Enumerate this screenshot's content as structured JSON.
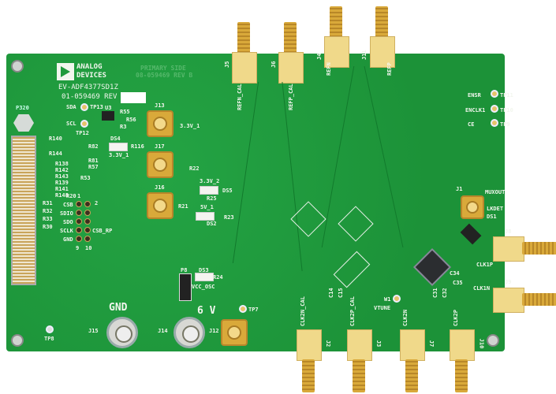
{
  "board": {
    "brand_line1": "ANALOG",
    "brand_line2": "DEVICES",
    "model": "EV-ADF4377SD1Z",
    "part_number": "01-059469 REV",
    "side_label": "PRIMARY SIDE",
    "side_part": "08-059469 REV B",
    "colors": {
      "pcb": "#1f9a3c",
      "gold": "#d9a93a",
      "silk": "#f2f6ee"
    }
  },
  "top_connectors": [
    {
      "ref": "J5",
      "signal": "REFN_CAL"
    },
    {
      "ref": "J6",
      "signal": "REFP_CAL"
    },
    {
      "ref": "J4",
      "signal": "REFN"
    },
    {
      "ref": "J11",
      "signal": "REFP"
    }
  ],
  "bottom_connectors": [
    {
      "ref": "J2",
      "signal": "CLK2N_CAL"
    },
    {
      "ref": "J3",
      "signal": "CLK2P_CAL"
    },
    {
      "ref": "J7",
      "signal": "CLK2N"
    },
    {
      "ref": "J10",
      "signal": "CLK2P"
    }
  ],
  "right_connectors": [
    {
      "ref": "J8",
      "signal": "CLK1P"
    },
    {
      "ref": "J9",
      "signal": "CLK1N"
    }
  ],
  "board_sma": {
    "j13": "J13",
    "j13_label": "3.3V_1",
    "j17": "J17",
    "j16": "J16",
    "j12": "J12",
    "j1": "J1",
    "j1_label": "MUXOUT"
  },
  "test_points": {
    "sda": "SDA",
    "tp13": "TP13",
    "scl": "SCL",
    "tp12": "TP12",
    "ensr": "ENSR",
    "tp11": "TP11",
    "enclk1": "ENCLK1",
    "tp10": "TP10",
    "ce": "CE",
    "tp9": "TP9",
    "tp7": "TP7",
    "tp8": "TP8",
    "vtune": "VTUNE",
    "w1": "W1"
  },
  "leds": {
    "ds4": "DS4",
    "ds4_label": "3.3V_1",
    "ds5": "DS5",
    "ds5_label": "3.3V_2",
    "ds2": "DS2",
    "ds2_label": "5V_1",
    "ds3": "DS3",
    "ds3_label": "VCC_OSC",
    "ds1": "DS1",
    "ds1_label": "LKDET"
  },
  "power": {
    "gnd_label": "GND",
    "gnd_ref": "J15",
    "v_label": "6 V",
    "v_ref": "J14",
    "jumper": "P8"
  },
  "header": {
    "pins": [
      "CSB",
      "SDIO",
      "SDO",
      "SCLK",
      "GND"
    ],
    "right_label": "CSB_RP",
    "pin_top_left": "1",
    "pin_top_right": "2",
    "pin_bottom_left": "9",
    "pin_bottom_right": "10"
  },
  "resistors": [
    "R140",
    "R82",
    "R144",
    "R81",
    "R138",
    "R142",
    "R57",
    "R53",
    "R143",
    "R139",
    "R141",
    "R148",
    "R31",
    "R20",
    "R33",
    "R32",
    "R30",
    "R55",
    "R56",
    "R3",
    "R116",
    "U3",
    "R22",
    "R21",
    "R23",
    "R25",
    "R24"
  ],
  "capacitors": [
    "C14",
    "C15",
    "C34",
    "C35",
    "C31",
    "C32"
  ],
  "edge_connector_ref": "P320"
}
